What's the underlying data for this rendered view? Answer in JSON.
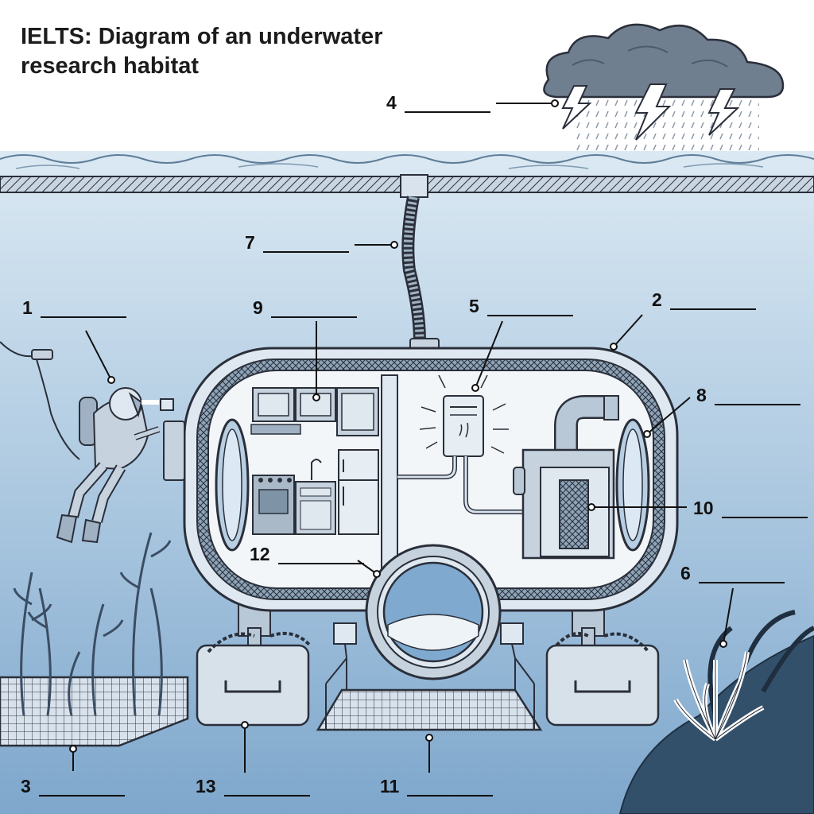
{
  "title": {
    "line1": "IELTS: Diagram of an underwater",
    "line2": "research habitat"
  },
  "labels": [
    {
      "number": "1"
    },
    {
      "number": "2"
    },
    {
      "number": "3"
    },
    {
      "number": "4"
    },
    {
      "number": "5"
    },
    {
      "number": "6"
    },
    {
      "number": "7"
    },
    {
      "number": "8"
    },
    {
      "number": "9"
    },
    {
      "number": "10"
    },
    {
      "number": "11"
    },
    {
      "number": "12"
    },
    {
      "number": "13"
    }
  ],
  "colors": {
    "water_top": "#d6e6f2",
    "water_bottom": "#7fa9cf",
    "outline": "#2a2f3a",
    "habitat_fill": "#dfe8f1",
    "interior": "#f3f6f9",
    "coral_dark": "#33506b",
    "cloud": "#6f7f91"
  }
}
